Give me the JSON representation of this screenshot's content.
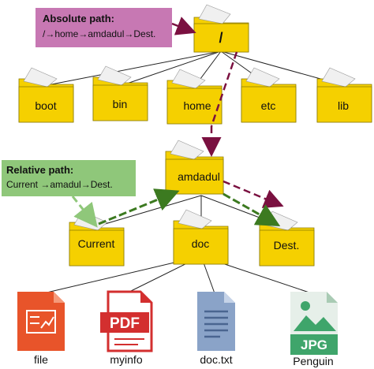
{
  "absolute_box": {
    "title": "Absolute path:",
    "path": "/→home→amdadul→Dest."
  },
  "relative_box": {
    "title": "Relative path:",
    "path": "Current →amadul→Dest."
  },
  "folders": {
    "root": "/",
    "boot": "boot",
    "bin": "bin",
    "home": "home",
    "etc": "etc",
    "lib": "lib",
    "amdadul": "amdadul",
    "current": "Current",
    "doc": "doc",
    "dest": "Dest."
  },
  "files": {
    "file": "file",
    "myinfo": "myinfo",
    "doctxt": "doc.txt",
    "penguin": "Penguin"
  },
  "file_badges": {
    "pdf": "PDF",
    "jpg": "JPG"
  },
  "colors": {
    "folder": "#f5d000",
    "folder_edge": "#8a7a00",
    "absolute_box": "#c778b3",
    "relative_box": "#8fc77a",
    "absolute_arrow": "#7a1040",
    "relative_arrow": "#2e5a1a"
  }
}
